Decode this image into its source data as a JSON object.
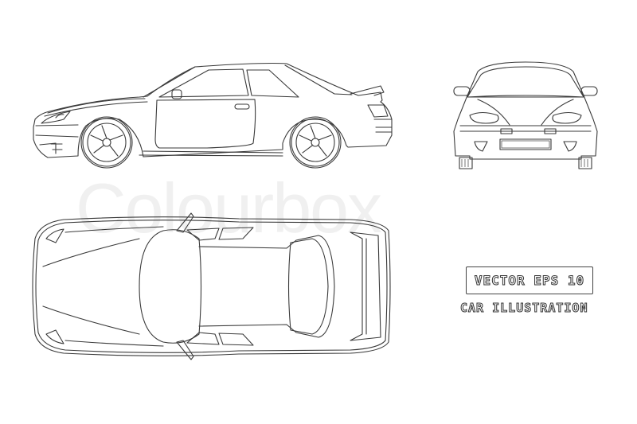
{
  "watermark": {
    "text": "Colourbox",
    "color": "#f0f0f0"
  },
  "views": [
    {
      "name": "side-view",
      "description": "Side profile of sports coupe"
    },
    {
      "name": "front-view",
      "description": "Front view of sports coupe"
    },
    {
      "name": "top-view",
      "description": "Top view of sports coupe"
    }
  ],
  "labels": {
    "format_badge": "VECTOR EPS 10",
    "caption": "CAR ILLUSTRATION"
  },
  "colors": {
    "background": "#ffffff",
    "line": "#3a3a3a"
  }
}
